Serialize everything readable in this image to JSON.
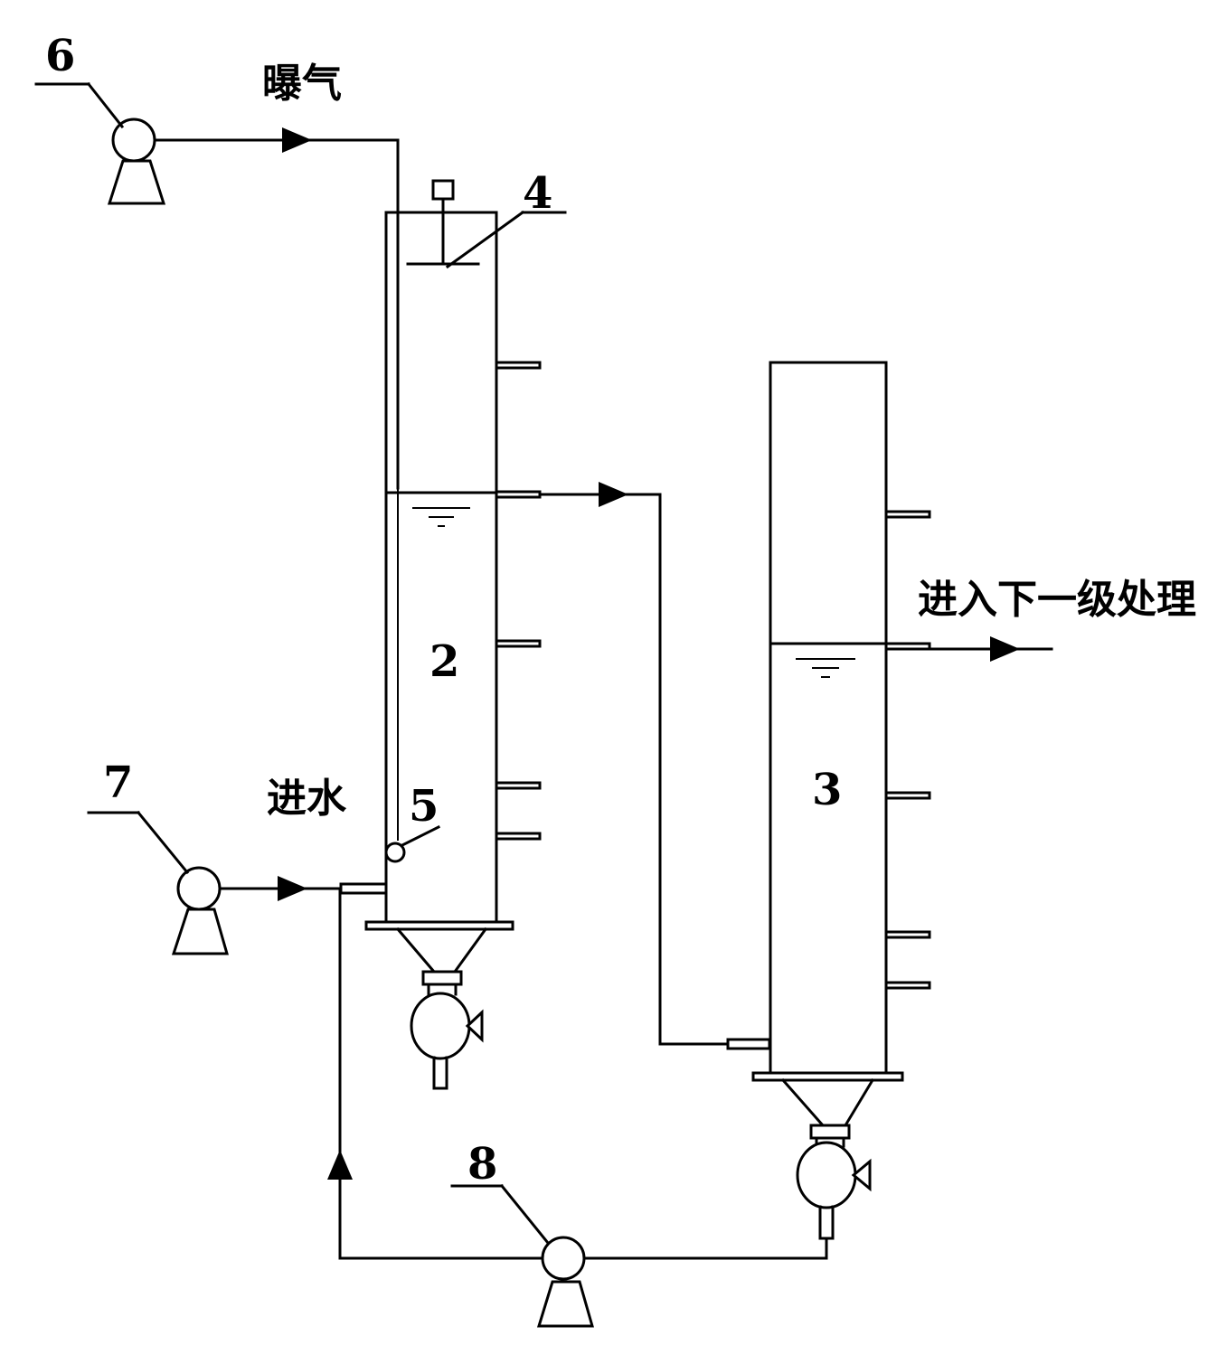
{
  "labels": {
    "n2": "2",
    "n3": "3",
    "n4": "4",
    "n5": "5",
    "n6": "6",
    "n7": "7",
    "n8": "8",
    "aeration": "曝气",
    "inflow": "进水",
    "next_stage": "进入下一级处理"
  }
}
